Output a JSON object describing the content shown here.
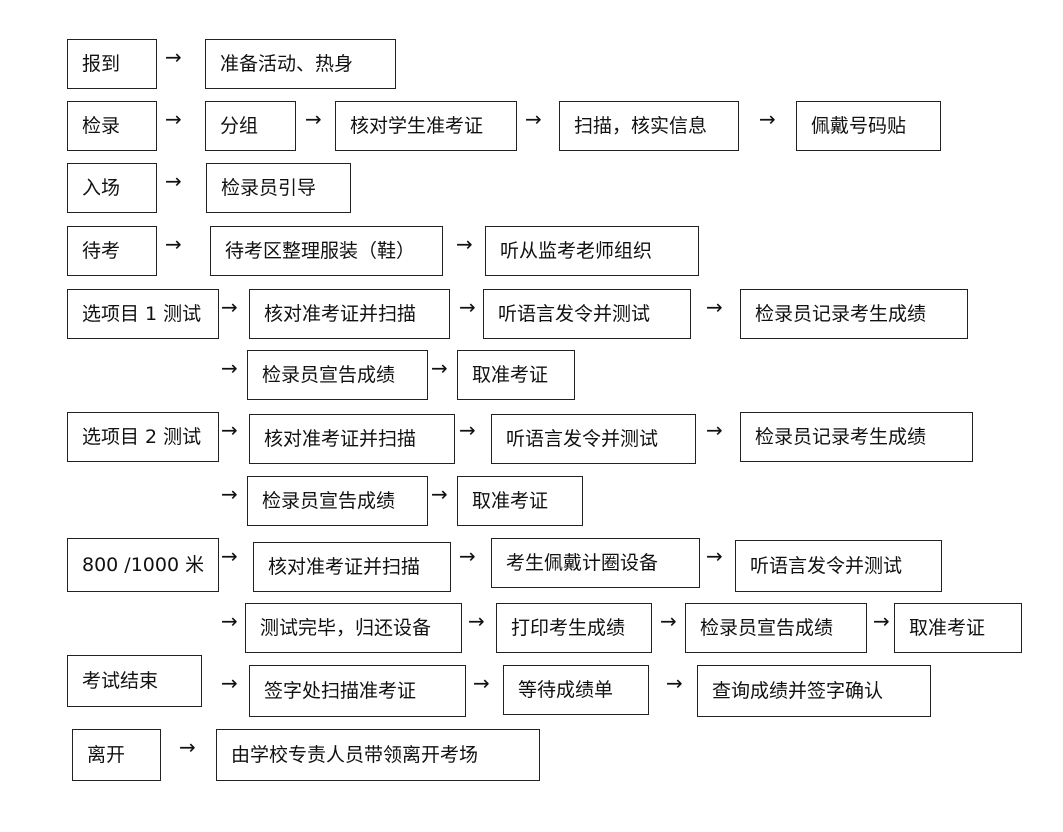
{
  "flowchart": {
    "arrow_symbol": "→",
    "steps": [
      "报到",
      "准备活动、热身",
      "检录",
      "分组",
      "核对学生准考证",
      "扫描，核实信息",
      "佩戴号码贴",
      "入场",
      "检录员引导",
      "待考",
      "待考区整理服装（鞋）",
      "听从监考老师组织",
      "选项目 1 测试",
      "核对准考证并扫描",
      "听语言发令并测试",
      "检录员记录考生成绩",
      "检录员宣告成绩",
      "取准考证",
      "选项目 2 测试",
      "核对准考证并扫描",
      "听语言发令并测试",
      "检录员记录考生成绩",
      "检录员宣告成绩",
      "取准考证",
      "800 /1000 米",
      "核对准考证并扫描",
      "考生佩戴计圈设备",
      "听语言发令并测试",
      "测试完毕，归还设备",
      "打印考生成绩",
      "检录员宣告成绩",
      "取准考证",
      "考试结束",
      "签字处扫描准考证",
      "等待成绩单",
      "查询成绩并签字确认",
      "离开",
      "由学校专责人员带领离开考场"
    ]
  }
}
